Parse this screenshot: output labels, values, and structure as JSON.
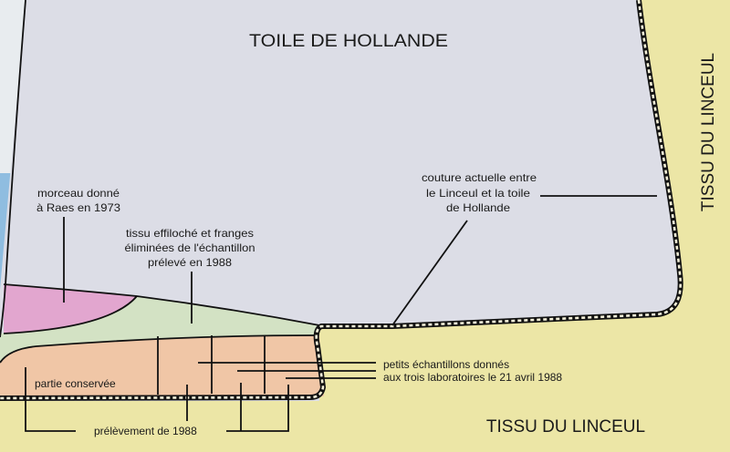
{
  "title": "TOILE DE HOLLANDE",
  "right_label": "TISSU DU LINCEUL",
  "bottom_label": "TISSU DU LINCEUL",
  "labels": {
    "raes": [
      "morceau donné",
      "à Raes en 1973"
    ],
    "frayed": [
      "tissu effiloché et franges",
      "éliminées de l'échantillon",
      "prélevé en 1988"
    ],
    "seam": [
      "couture actuelle entre",
      "le Linceul et la toile",
      "de Hollande"
    ],
    "samples": [
      "petits échantillons donnés",
      "aux trois laboratoires le 21 avril 1988"
    ],
    "kept": "partie conservée",
    "sampling": "prélèvement de 1988"
  },
  "colors": {
    "shroud": "#ece6a6",
    "holland": "#dcdde6",
    "raes_piece": "#e2a6cf",
    "frayed": "#d3e2c4",
    "sample": "#f0c6a6",
    "blue_strip": "#8fbde0"
  }
}
